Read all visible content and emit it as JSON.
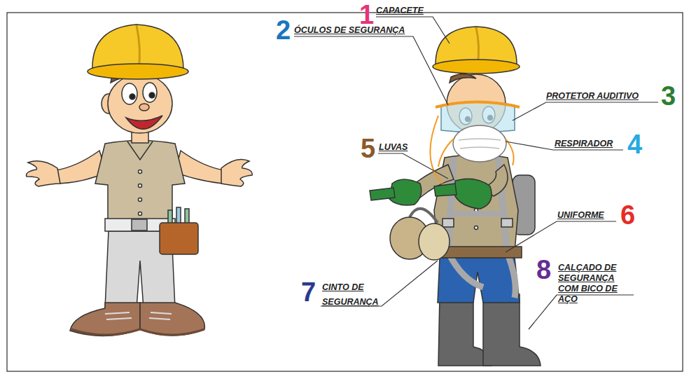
{
  "diagram": {
    "labels": [
      "1",
      "CAPACETE",
      "2",
      "ÓCULOS DE SEGURANÇA",
      "PROTETOR AUDITIVO",
      "3",
      "RESPIRADOR",
      "4",
      "5",
      "LUVAS",
      "UNIFORME",
      "6",
      "7",
      "CINTO DE SEGURANÇA",
      "8",
      "CALÇADO DE SEGURANÇA COM BICO DE AÇO"
    ]
  }
}
